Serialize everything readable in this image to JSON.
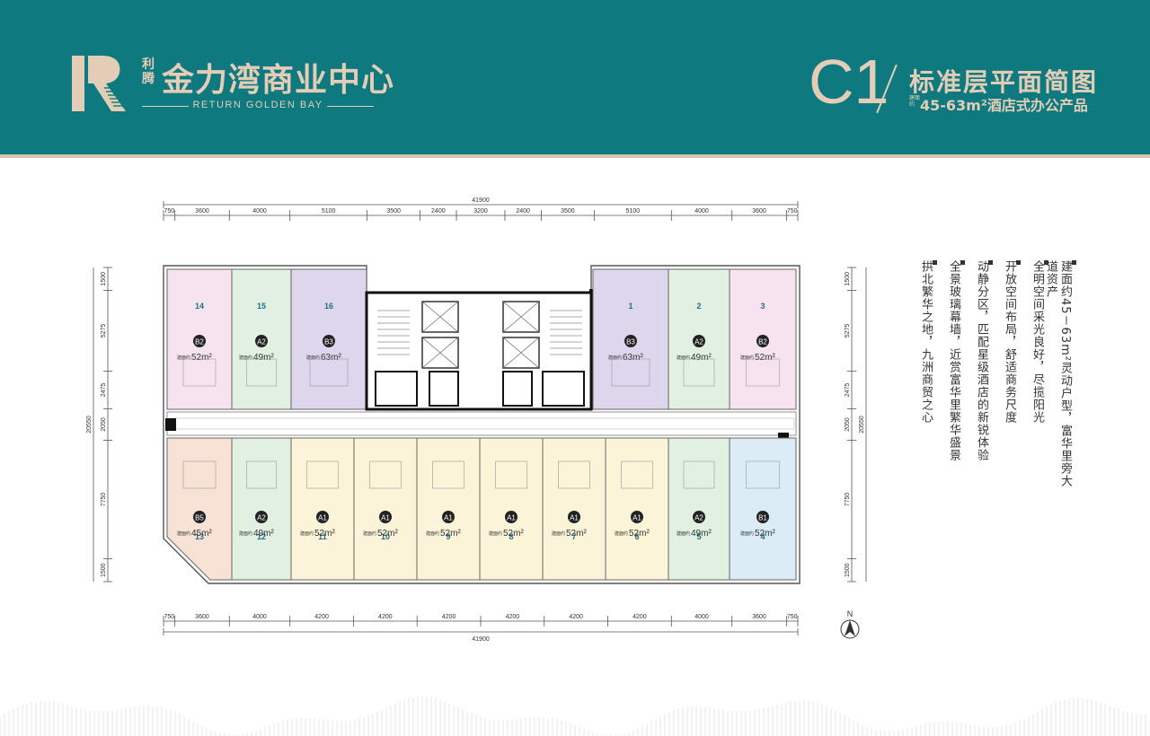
{
  "header": {
    "brand_small": "利腾",
    "brand_title": "金力湾商业中心",
    "brand_en": "RETURN GOLDEN BAY",
    "plan_code": "C1",
    "plan_title": "标准层平面简图",
    "plan_sub_prefix": "建面约",
    "plan_sub": "45-63m²酒店式办公产品",
    "colors": {
      "teal": "#0e7a80",
      "gold": "#e4cdb6"
    }
  },
  "plan": {
    "top_total": "41900",
    "bottom_total": "41900",
    "top_dims": [
      "750",
      "3600",
      "4000",
      "5100",
      "3500",
      "2400",
      "3200",
      "2400",
      "3500",
      "5100",
      "4000",
      "3600",
      "750"
    ],
    "bottom_dims": [
      "750",
      "3600",
      "4000",
      "4200",
      "4200",
      "4200",
      "4200",
      "4200",
      "4200",
      "4000",
      "3600",
      "750"
    ],
    "left_total": "20550",
    "left_dims": [
      "1500",
      "5275",
      "2475",
      "2050",
      "7750",
      "1500"
    ],
    "right_total": "20550",
    "right_dims": [
      "1500",
      "5275",
      "2475",
      "2050",
      "7750",
      "1500"
    ],
    "area_prefix": "建面约",
    "units_top": [
      {
        "num": "14",
        "type": "B2",
        "area": "52m²",
        "color": "#f6e3ef"
      },
      {
        "num": "15",
        "type": "A2",
        "area": "49m²",
        "color": "#e2f0e1"
      },
      {
        "num": "16",
        "type": "B3",
        "area": "63m²",
        "color": "#ddd6ec"
      },
      {
        "num": "1",
        "type": "B3",
        "area": "63m²",
        "color": "#ddd6ec"
      },
      {
        "num": "2",
        "type": "A2",
        "area": "49m²",
        "color": "#e2f0e1"
      },
      {
        "num": "3",
        "type": "B2",
        "area": "52m²",
        "color": "#f6e3ef"
      }
    ],
    "units_bottom": [
      {
        "num": "13",
        "type": "B5",
        "area": "45m²",
        "color": "#f8e2d6"
      },
      {
        "num": "12",
        "type": "A2",
        "area": "49m²",
        "color": "#e2f0e1"
      },
      {
        "num": "11",
        "type": "A1",
        "area": "52m²",
        "color": "#fcf4d8"
      },
      {
        "num": "10",
        "type": "A1",
        "area": "52m²",
        "color": "#fcf4d8"
      },
      {
        "num": "9",
        "type": "A1",
        "area": "52m²",
        "color": "#fcf4d8"
      },
      {
        "num": "8",
        "type": "A1",
        "area": "52m²",
        "color": "#fcf4d8"
      },
      {
        "num": "7",
        "type": "A1",
        "area": "52m²",
        "color": "#fcf4d8"
      },
      {
        "num": "6",
        "type": "A1",
        "area": "52m²",
        "color": "#fcf4d8"
      },
      {
        "num": "5",
        "type": "A2",
        "area": "49m²",
        "color": "#e2f0e1"
      },
      {
        "num": "4",
        "type": "B1",
        "area": "52m²",
        "color": "#dcecf6"
      }
    ],
    "compass_label": "N"
  },
  "features": [
    "建面约45－63m²灵动户型，富华里旁大道资产",
    "全明空间采光良好，尽揽阳光",
    "开放空间布局，舒适商务尺度",
    "动静分区，匹配星级酒店的新锐体验",
    "全景玻璃幕墙，近赏富华里繁华盛景",
    "拱北繁华之地，九洲商贸之心"
  ]
}
